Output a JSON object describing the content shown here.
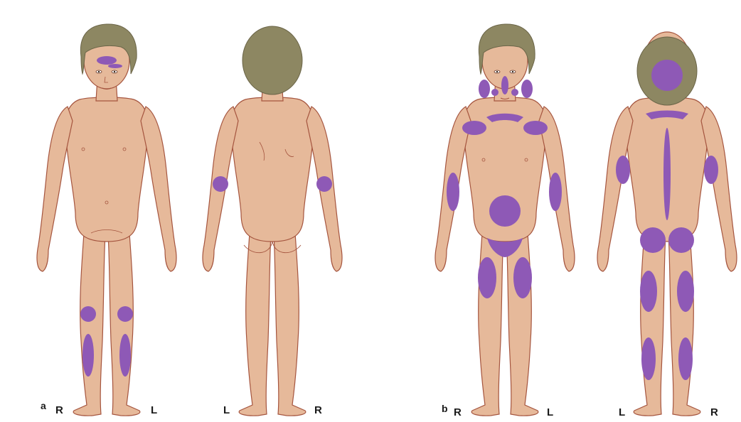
{
  "colors": {
    "skin": "#e6b99a",
    "skin_outline": "#a5553f",
    "hair": "#8d8762",
    "hair_outline": "#6b6548",
    "lesion": "#8e59b6",
    "text": "#1a1a1a",
    "background": "#ffffff"
  },
  "panels": [
    {
      "letter": "a",
      "front_left_side": "R",
      "front_right_side": "L",
      "back_left_side": "L",
      "back_right_side": "R"
    },
    {
      "letter": "b",
      "front_left_side": "R",
      "front_right_side": "L",
      "back_left_side": "L",
      "back_right_side": "R"
    }
  ]
}
